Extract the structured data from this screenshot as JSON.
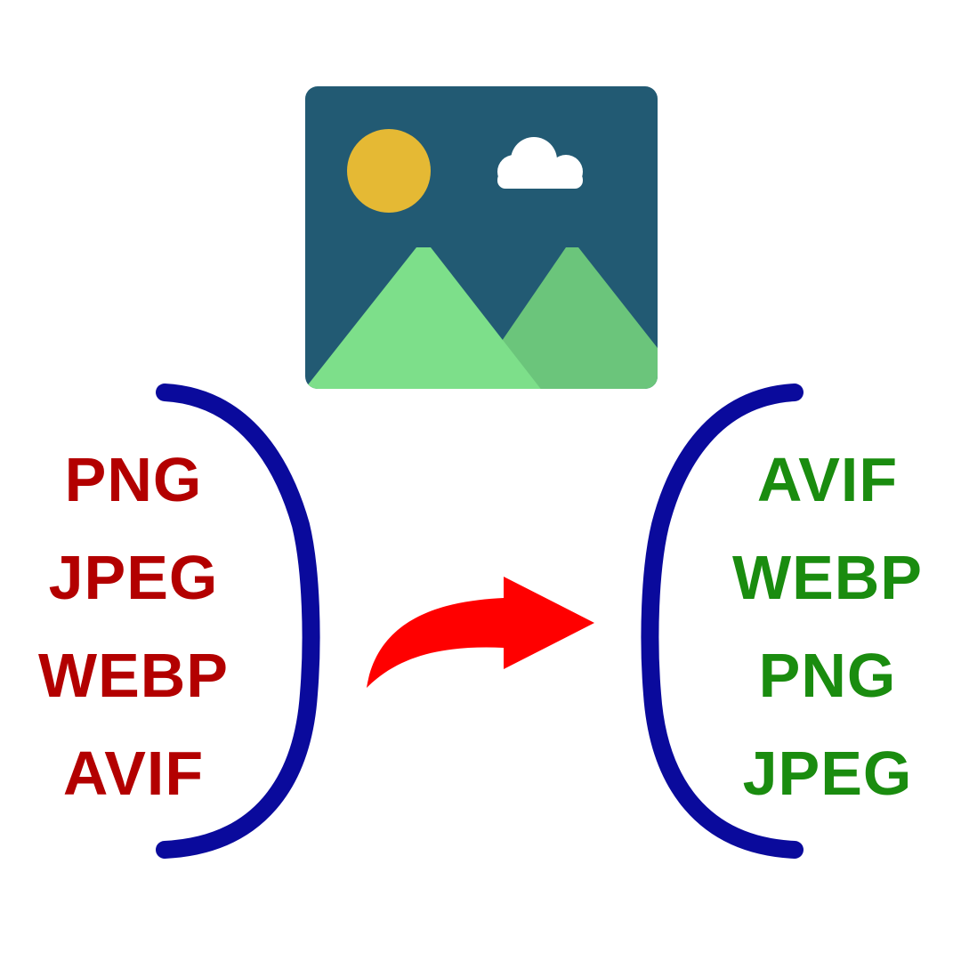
{
  "input_formats": {
    "color": "#b30000",
    "items": [
      "PNG",
      "JPEG",
      "WEBP",
      "AVIF"
    ]
  },
  "output_formats": {
    "color": "#1a8c0f",
    "items": [
      "AVIF",
      "WEBP",
      "PNG",
      "JPEG"
    ]
  },
  "image_icon": {
    "icon": "image-gallery-icon",
    "background": "#225a73",
    "sun": "#e5b934",
    "cloud": "#ffffff",
    "mountain_front": "#7ddf8a",
    "mountain_back": "#6bc57b"
  },
  "bracket_color": "#0a0a9c",
  "arrow": {
    "icon": "curved-arrow-right-icon",
    "color": "#ff0000"
  }
}
